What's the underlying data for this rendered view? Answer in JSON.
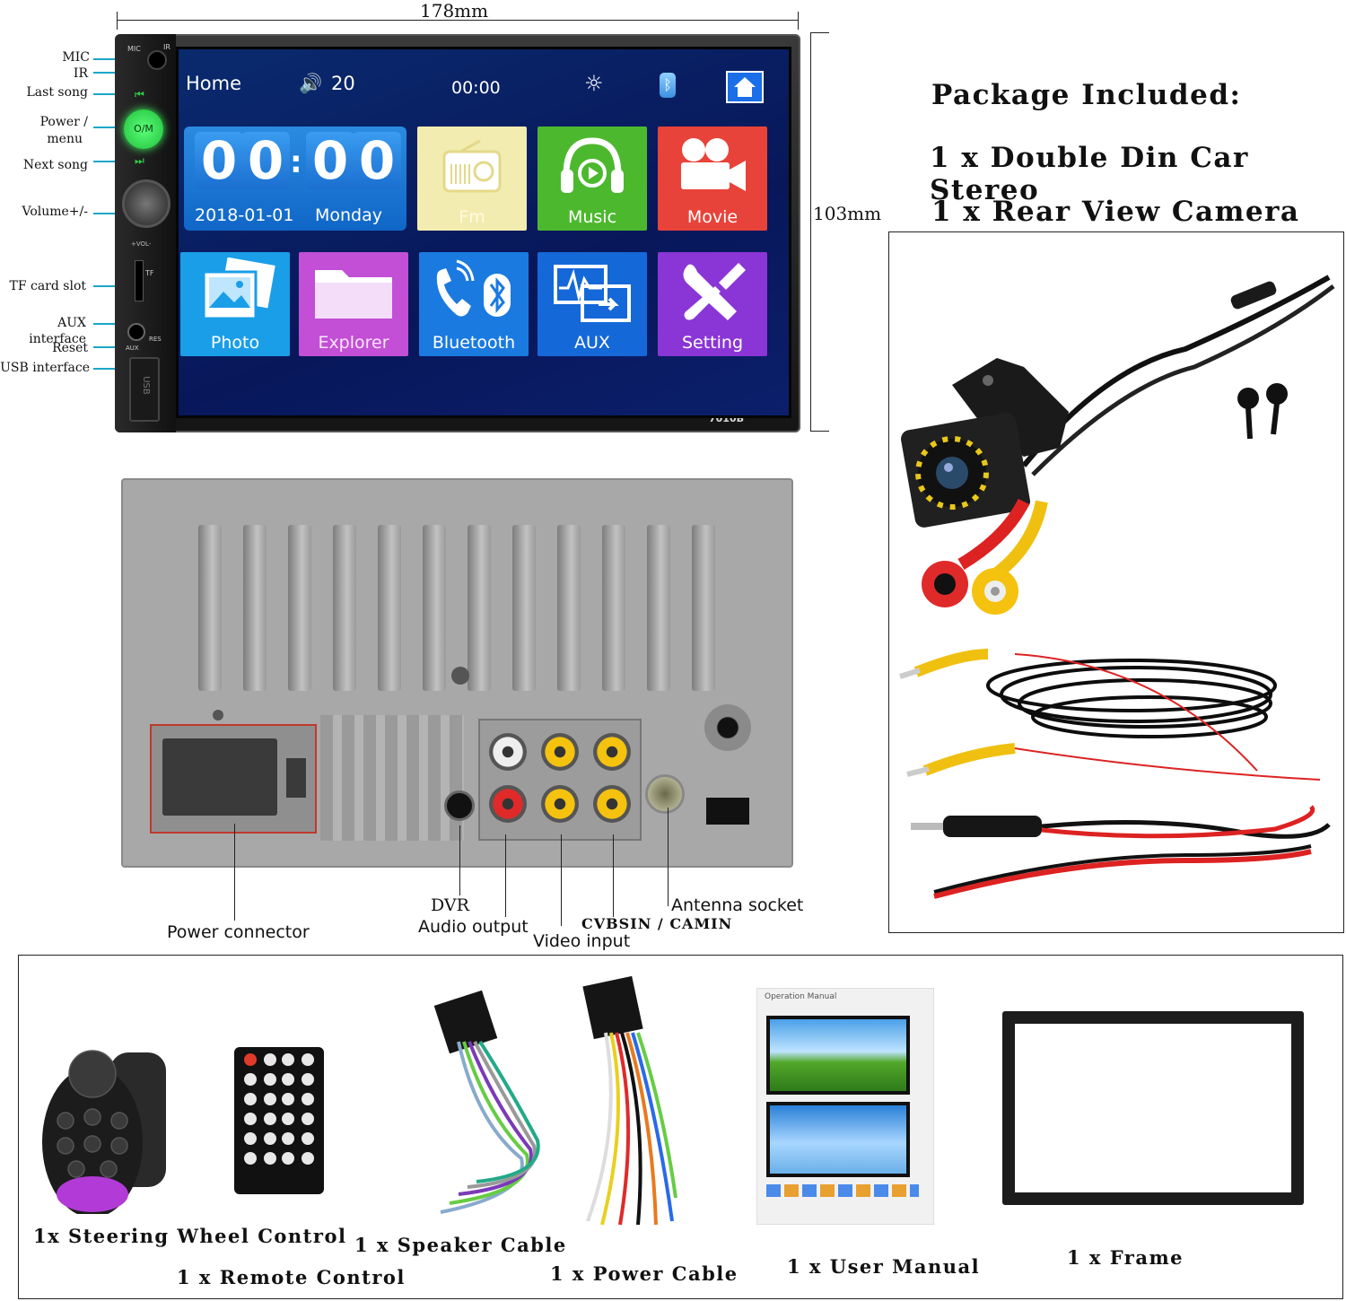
{
  "dimensions": {
    "width": "178mm",
    "height": "103mm"
  },
  "side_labels": {
    "mic": "MIC",
    "ir": "IR",
    "last_song": "Last song",
    "power": "Power /",
    "menu": "menu",
    "next_song": "Next song",
    "volume": "Volume+/-",
    "tf_card": "TF card slot",
    "aux": "AUX interface",
    "reset": "Reset",
    "usb": "USB  interface"
  },
  "panel_marks": {
    "mic": "MIC",
    "ir": "IR",
    "power_btn": "O/M",
    "vol": "+VOL-",
    "tf": "TF",
    "aux": "AUX",
    "res": "RES",
    "usb": "USB"
  },
  "model": "7010B",
  "screen": {
    "home_label": "Home",
    "volume_value": "20",
    "time": "00:00",
    "clock": {
      "hours": [
        "0",
        "0"
      ],
      "minutes": [
        "0",
        "0"
      ],
      "date": "2018-01-01",
      "weekday": "Monday"
    },
    "tiles": [
      {
        "label": "Fm",
        "icon": "radio-icon",
        "color": "#f3ecb0"
      },
      {
        "label": "Music",
        "icon": "headphones-icon",
        "color": "#4cb82e"
      },
      {
        "label": "Movie",
        "icon": "movie-camera-icon",
        "color": "#e8433a"
      },
      {
        "label": "Photo",
        "icon": "photo-icon",
        "color": "#1a9ee8"
      },
      {
        "label": "Explorer",
        "icon": "folder-icon",
        "color": "#c24fd6"
      },
      {
        "label": "Bluetooth",
        "icon": "bluetooth-phone-icon",
        "color": "#1a7ae0"
      },
      {
        "label": "AUX",
        "icon": "aux-icon",
        "color": "#1568d8"
      },
      {
        "label": "Setting",
        "icon": "settings-tools-icon",
        "color": "#8a35d6"
      }
    ]
  },
  "back_labels": {
    "power_connector": "Power connector",
    "dvr": "DVR",
    "audio_output": "Audio output",
    "video_input": "Video input",
    "cvbsin": "CVBSIN / CAMIN",
    "antenna": "Antenna socket"
  },
  "package": {
    "title": "Package Included:",
    "items": [
      "1 x Double Din Car Stereo",
      "1 x Rear View Camera"
    ]
  },
  "accessories": {
    "steering": "1x Steering Wheel Control",
    "remote": "1 x Remote Control",
    "speaker_cable": "1 x Speaker Cable",
    "power_cable": "1 x Power Cable",
    "manual": "1 x User Manual",
    "manual_cover": "Operation Manual",
    "frame": "1 x Frame"
  }
}
